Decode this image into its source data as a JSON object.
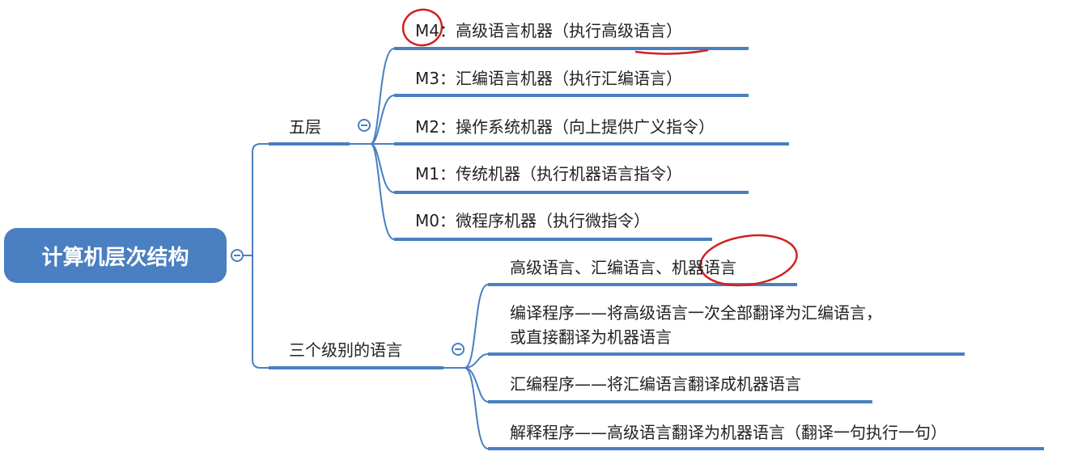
{
  "root": {
    "label": "计算机层次结构"
  },
  "branches": [
    {
      "label": "五层",
      "children": [
        "M4：高级语言机器（执行高级语言）",
        "M3：汇编语言机器（执行汇编语言）",
        "M2：操作系统机器（向上提供广义指令）",
        "M1：传统机器（执行机器语言指令）",
        "M0：微程序机器（执行微指令）"
      ]
    },
    {
      "label": "三个级别的语言",
      "children": [
        "高级语言、汇编语言、机器语言",
        "编译程序——将高级语言一次全部翻译为汇编语言，",
        "或直接翻译为机器语言",
        "汇编程序——将汇编语言翻译成机器语言",
        "解释程序——高级语言翻译为机器语言（翻译一句执行一句）"
      ]
    }
  ],
  "colors": {
    "node": "#4a7fc1",
    "annotation": "#d21f1f"
  }
}
